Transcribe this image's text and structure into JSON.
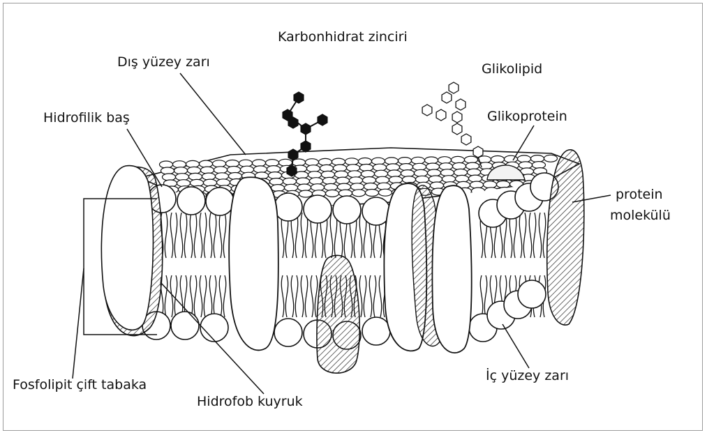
{
  "labels": {
    "carbohydrate_chain": "Karbonhidrat zinciri",
    "outer_surface": "Dış yüzey zarı",
    "glycolipid": "Glikolipid",
    "hydrophilic_head": "Hidrofilik baş",
    "glycoprotein": "Glikoprotein",
    "protein_line1": "protein",
    "protein_line2": "molekülü",
    "phospholipid_bilayer": "Fosfolipit çift tabaka",
    "hydrophobic_tail": "Hidrofob kuyruk",
    "inner_surface": "İç yüzey zarı"
  },
  "colors": {
    "ink": "#111111",
    "membrane_fill": "#ffffff",
    "frame": "#9a9a9a"
  }
}
